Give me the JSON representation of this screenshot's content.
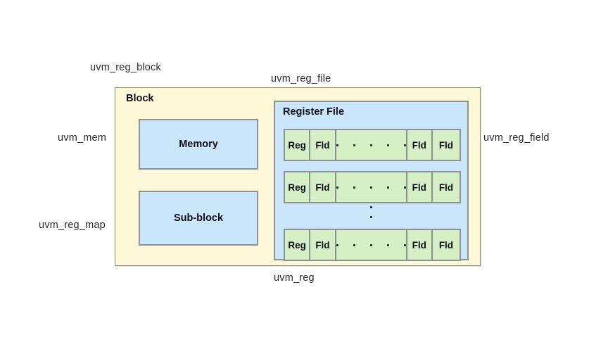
{
  "diagram": {
    "annotations": [
      {
        "id": "uvm_reg_block",
        "label": "uvm_reg_block"
      },
      {
        "id": "uvm_reg_file",
        "label": "uvm_reg_file"
      },
      {
        "id": "uvm_mem",
        "label": "uvm_mem"
      },
      {
        "id": "uvm_reg_map",
        "label": "uvm_reg_map"
      },
      {
        "id": "uvm_reg_field",
        "label": "uvm_reg_field"
      },
      {
        "id": "uvm_reg",
        "label": "uvm_reg"
      }
    ],
    "block": {
      "title": "Block",
      "boxes": [
        {
          "label": "Memory"
        },
        {
          "label": "Sub-block"
        }
      ],
      "register_file": {
        "title": "Register File",
        "rows": [
          {
            "cells": [
              {
                "label": "Reg",
                "type": "reg"
              },
              {
                "label": "Fld",
                "type": "field"
              },
              {
                "label": "",
                "type": "ellipsis-horizontal",
                "dots": 5
              },
              {
                "label": "Fld",
                "type": "field"
              },
              {
                "label": "Fld",
                "type": "field"
              }
            ]
          },
          {
            "cells": [
              {
                "label": "Reg",
                "type": "reg"
              },
              {
                "label": "Fld",
                "type": "field"
              },
              {
                "label": "",
                "type": "ellipsis-horizontal",
                "dots": 5
              },
              {
                "label": "Fld",
                "type": "field"
              },
              {
                "label": "Fld",
                "type": "field"
              }
            ]
          },
          {
            "cells": [
              {
                "label": "Reg",
                "type": "reg"
              },
              {
                "label": "Fld",
                "type": "field"
              },
              {
                "label": "",
                "type": "ellipsis-horizontal",
                "dots": 5
              },
              {
                "label": "Fld",
                "type": "field"
              },
              {
                "label": "Fld",
                "type": "field"
              }
            ]
          }
        ],
        "vertical_ellipsis_dots": 2
      }
    },
    "colors": {
      "block_fill": "#fcf8d8",
      "block_border": "#8c8c6e",
      "box_fill": "#c9e6fb",
      "box_border": "#8c9198",
      "register_fill": "#d4f0c4",
      "register_border": "#8c9198",
      "text": "#0d0d1a",
      "annotation_text": "#2b2b2b",
      "page_background": "#ffffff"
    }
  }
}
